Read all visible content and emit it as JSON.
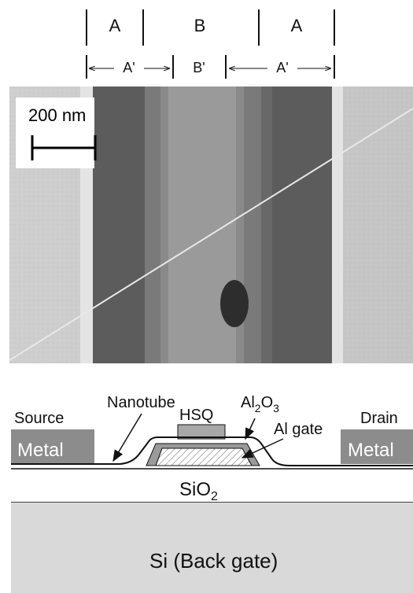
{
  "top_labels": {
    "regions": [
      "A",
      "B",
      "A"
    ],
    "sub_regions": [
      "A'",
      "B'",
      "A'"
    ]
  },
  "sem_image": {
    "scale_bar_label": "200 nm"
  },
  "schematic": {
    "source_label": "Source",
    "drain_label": "Drain",
    "left_metal_label": "Metal",
    "right_metal_label": "Metal",
    "nanotube_label": "Nanotube",
    "oxide_label_main": "Al",
    "oxide_label_sub1": "2",
    "oxide_label_mid": "O",
    "oxide_label_sub2": "3",
    "hsq_label": "HSQ",
    "gate_label": "Al gate",
    "sio2_label_main": "SiO",
    "sio2_label_sub": "2",
    "substrate_label": "Si (Back gate)"
  },
  "colors": {
    "metal": "#8c8c8c",
    "substrate": "#d9d9d9",
    "sem_light": "#c9c9c9",
    "sem_dark": "#5e5e5e"
  }
}
